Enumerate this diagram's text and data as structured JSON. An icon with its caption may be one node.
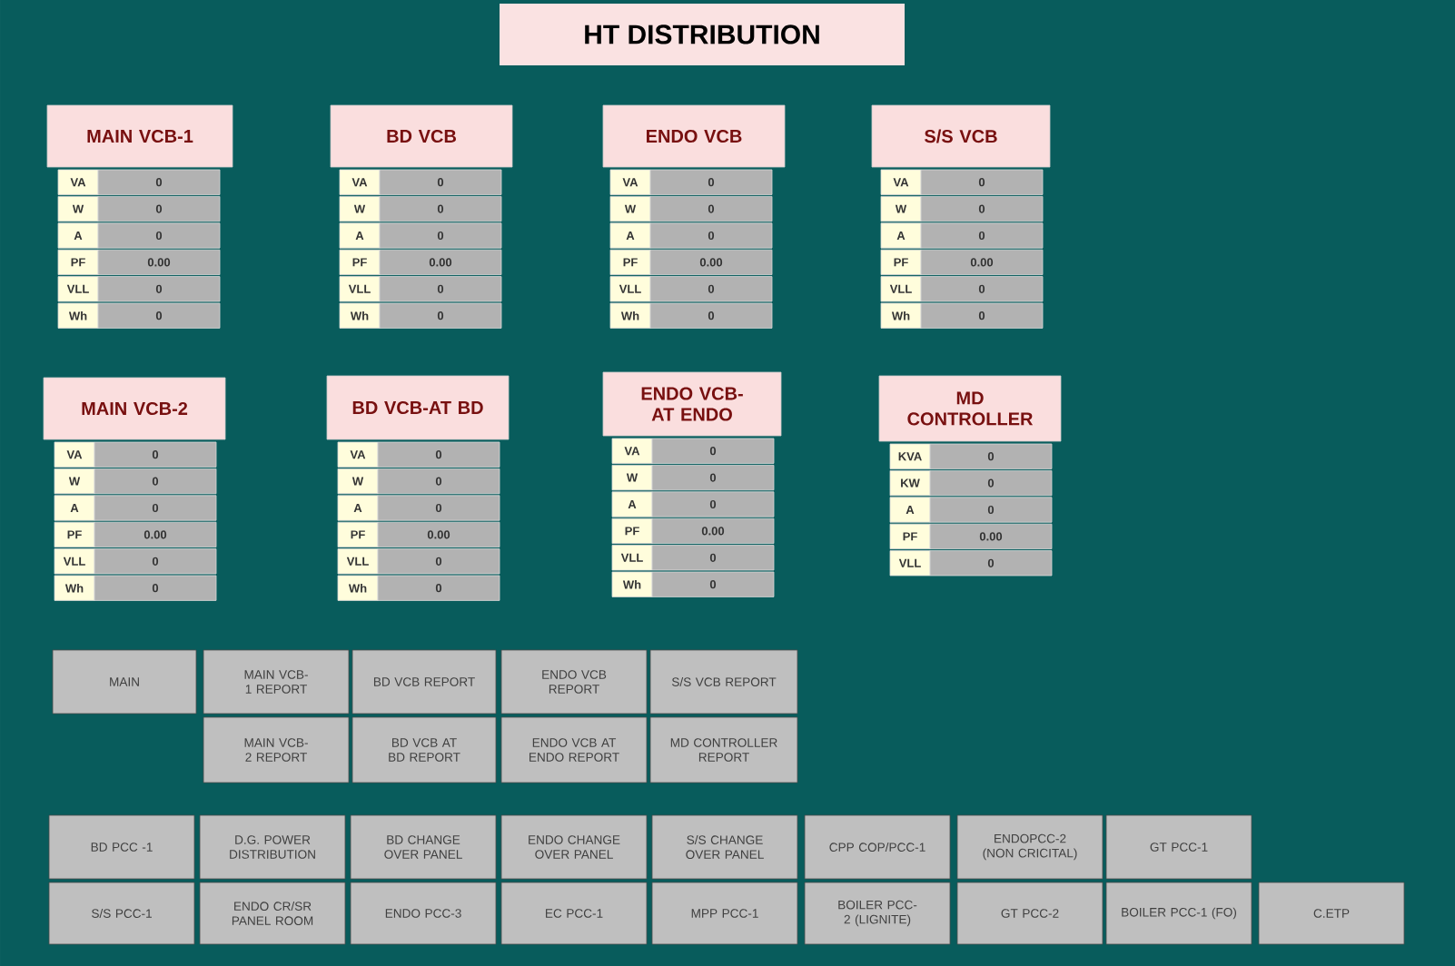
{
  "diagram": {
    "title": "HT DISTRIBUTION",
    "nodes": [
      {
        "text": [
          "MAIN VCB-1"
        ]
      },
      {
        "text": [
          "BD VCB"
        ]
      },
      {
        "text": [
          "ENDO VCB"
        ]
      },
      {
        "text": [
          "S/S VCB"
        ]
      },
      {
        "text": [
          "MAIN VCB-2"
        ]
      },
      {
        "text": [
          "BD VCB-AT BD"
        ]
      },
      {
        "text": [
          "ENDO VCB-AT ENDO"
        ]
      },
      {
        "text": [
          "MD CONTROLLER"
        ]
      },
      {
        "text": [
          "MAIN"
        ]
      },
      {
        "text": [
          "MAIN VCB-1 REPORT"
        ]
      },
      {
        "text": [
          "BD VCB REPORT"
        ]
      },
      {
        "text": [
          "ENDO VCB REPORT"
        ]
      },
      {
        "text": [
          "S/S VCB REPORT"
        ]
      },
      {
        "text": [
          "MAIN VCB-2 REPORT"
        ]
      },
      {
        "text": [
          "BD VCB AT BD REPORT"
        ]
      },
      {
        "text": [
          "ENDO VCB AT ENDO REPORT"
        ]
      },
      {
        "text": [
          "MD CONTROLLER REPORT"
        ]
      },
      {
        "text": [
          "BD PCC -1"
        ]
      },
      {
        "text": [
          "D.G. POWER DISTRIBUTION"
        ]
      },
      {
        "text": [
          "BD CHANGE OVER PANEL"
        ]
      },
      {
        "text": [
          "ENDO CHANGE OVER PANEL"
        ]
      },
      {
        "text": [
          "S/S CHANGE OVER PANEL"
        ]
      },
      {
        "text": [
          "CPP COP/PCC-1"
        ]
      },
      {
        "text": [
          "ENDOPCC-2 (NON CRICITAL)"
        ]
      },
      {
        "text": [
          "GT PCC-1"
        ]
      },
      {
        "text": [
          "S/S PCC-1"
        ]
      },
      {
        "text": [
          "ENDO CR/SR PANEL ROOM"
        ]
      },
      {
        "text": [
          "ENDO PCC-3"
        ]
      },
      {
        "text": [
          "EC PCC-1"
        ]
      },
      {
        "text": [
          "MPP PCC-1"
        ]
      },
      {
        "text": [
          "BOILER PCC-2 (LIGNITE)"
        ]
      },
      {
        "text": [
          "GT PCC-2"
        ]
      },
      {
        "text": [
          "BOILER PCC-1 (FO)"
        ]
      },
      {
        "text": [
          "C.ETP"
        ]
      }
    ],
    "labels": [
      "VA",
      "0",
      "W",
      "0",
      "A",
      "0",
      "PF",
      "0.00",
      "VLL",
      "0",
      "Wh",
      "0",
      "VA",
      "0",
      "W",
      "0",
      "A",
      "0",
      "PF",
      "0.00",
      "VLL",
      "0",
      "Wh",
      "0",
      "VA",
      "0",
      "W",
      "0",
      "A",
      "0",
      "PF",
      "0.00",
      "VLL",
      "0",
      "Wh",
      "0",
      "VA",
      "0",
      "W",
      "0",
      "A",
      "0",
      "PF",
      "0.00",
      "VLL",
      "0",
      "Wh",
      "0",
      "VA",
      "0",
      "W",
      "0",
      "A",
      "0",
      "PF",
      "0.00",
      "VLL",
      "0",
      "Wh",
      "0",
      "VA",
      "0",
      "W",
      "0",
      "A",
      "0",
      "PF",
      "0.00",
      "VLL",
      "0",
      "Wh",
      "0",
      "VA",
      "0",
      "W",
      "0",
      "A",
      "0",
      "PF",
      "0.00",
      "VLL",
      "0",
      "Wh",
      "0",
      "KVA",
      "0",
      "KW",
      "0",
      "A",
      "0",
      "PF",
      "0.00",
      "VLL",
      "0"
    ]
  }
}
